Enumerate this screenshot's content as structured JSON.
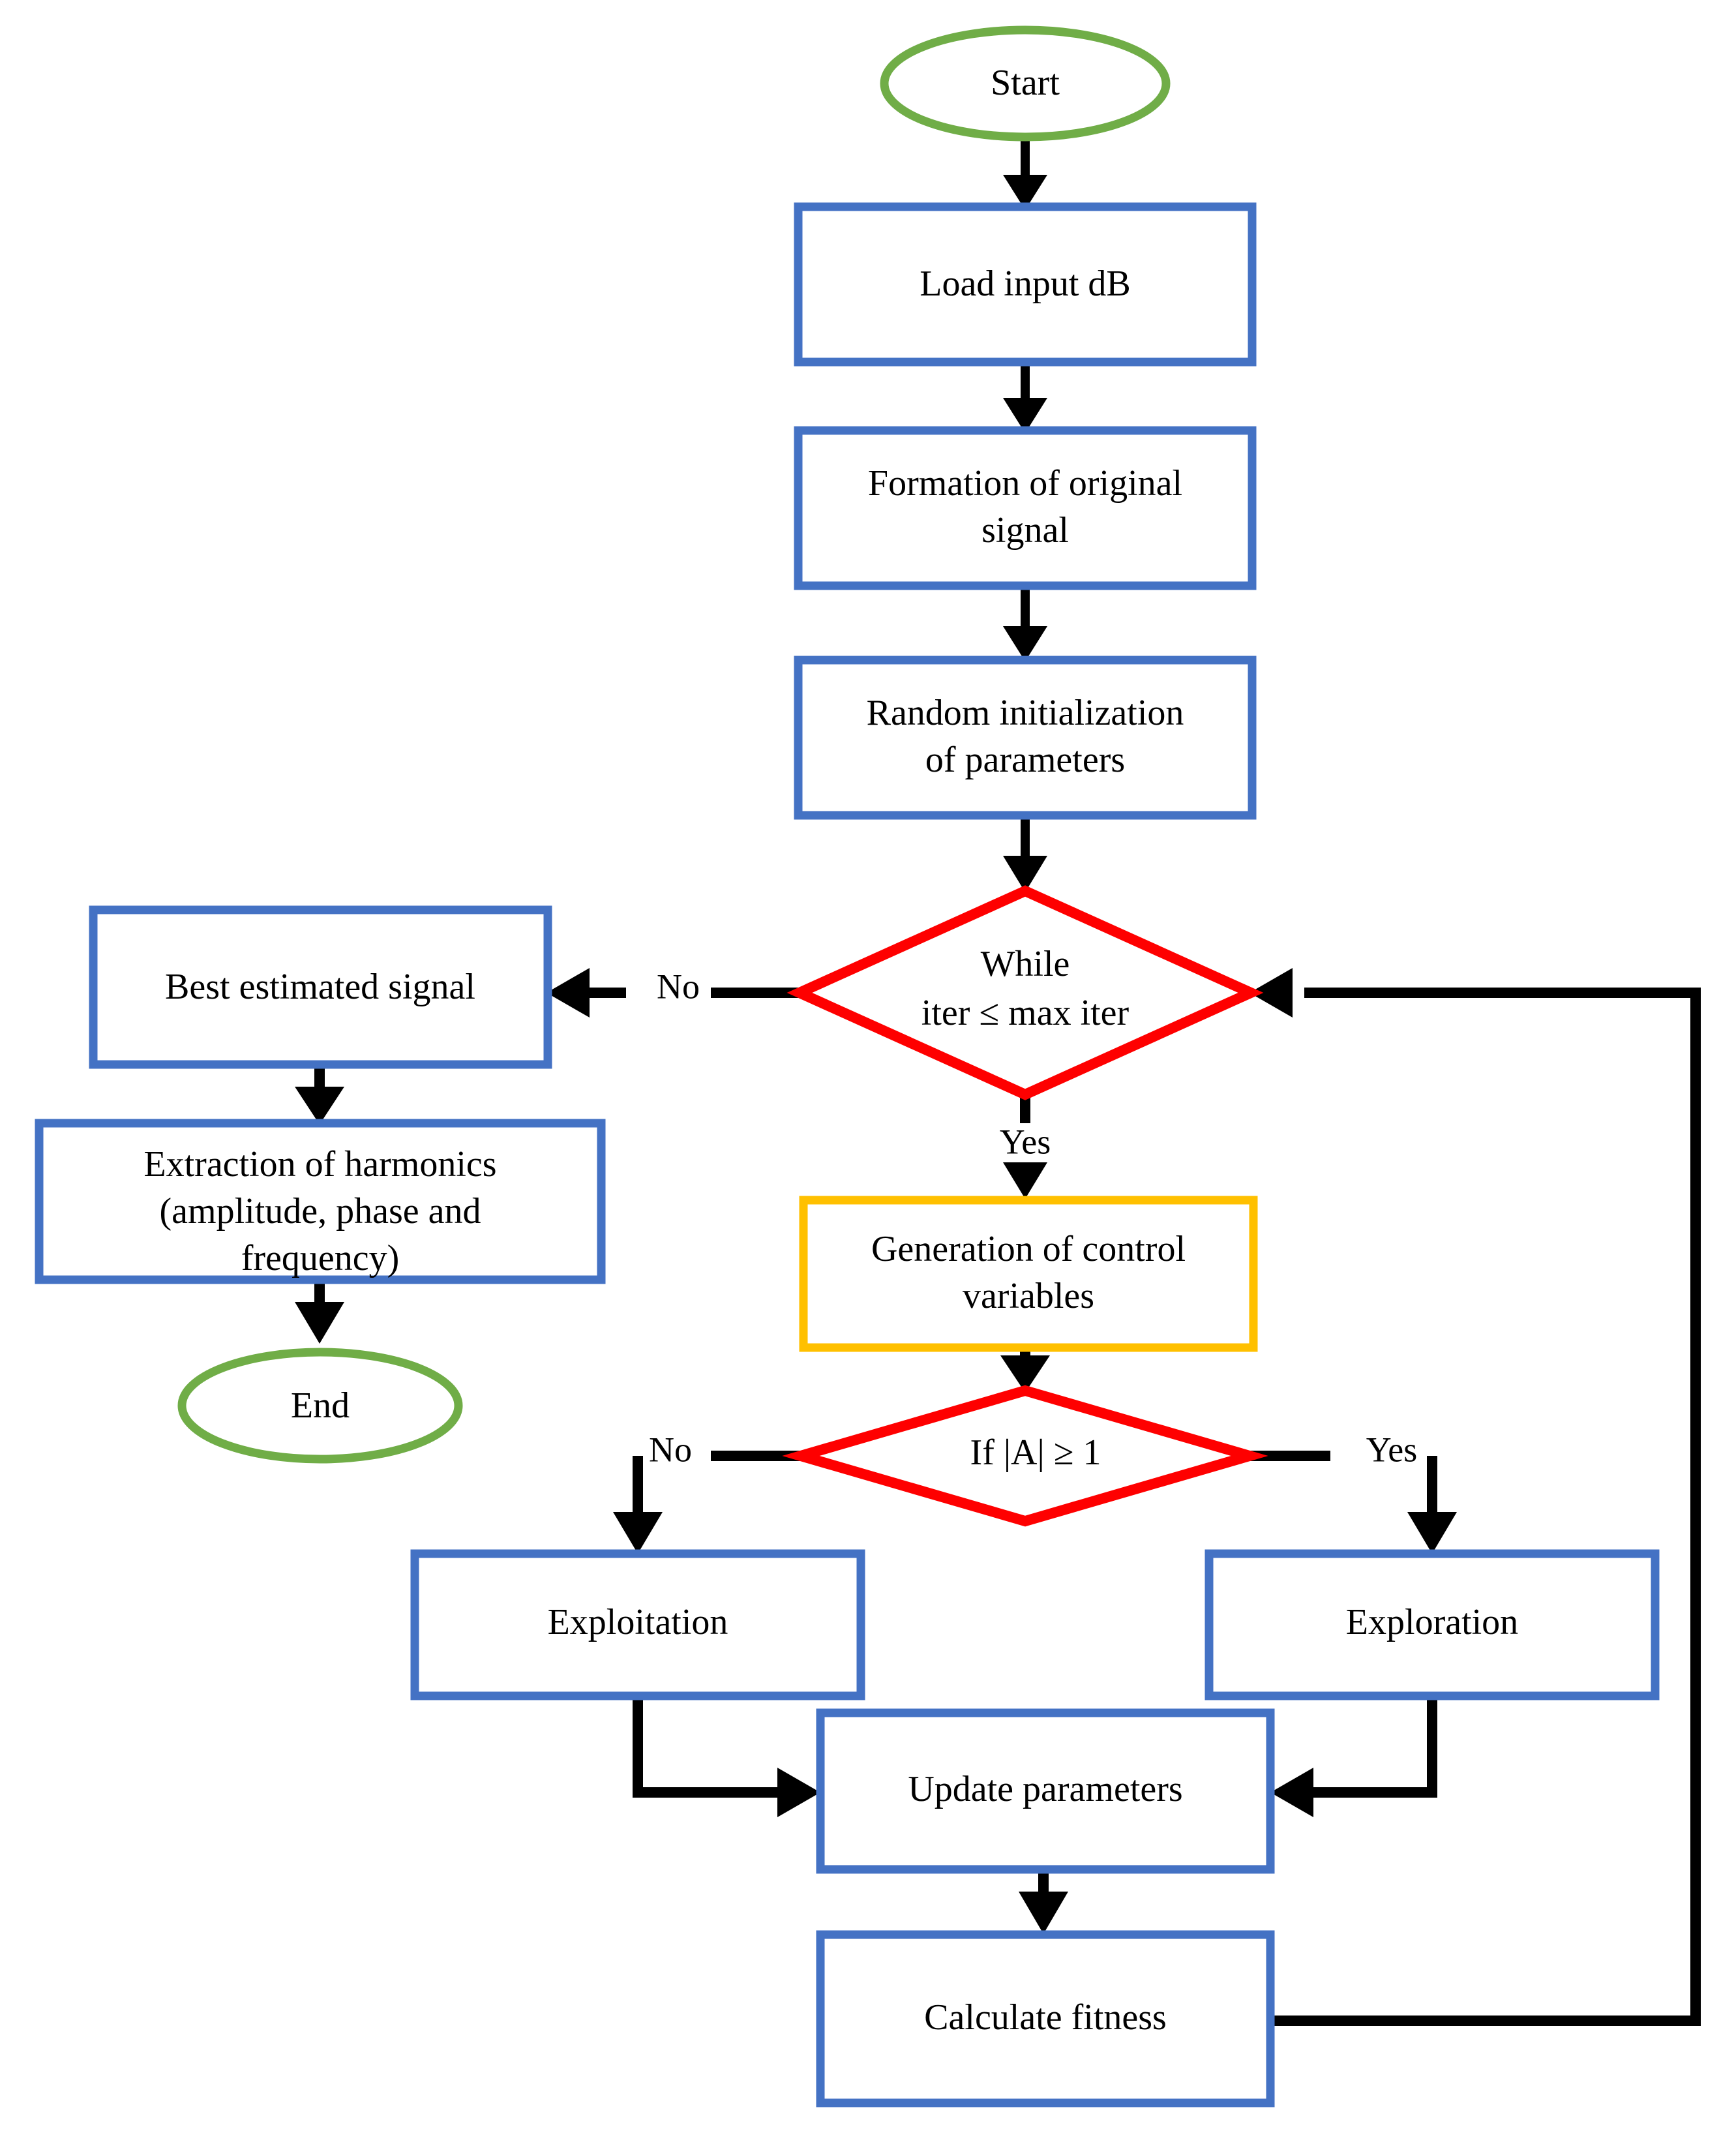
{
  "diagram": {
    "title": "Harmonic estimation optimization flowchart",
    "colors": {
      "process_border": "#4472C4",
      "terminal_border": "#70AD47",
      "decision_border": "#FE0000",
      "highlight_border": "#FFC000",
      "connector": "#000000",
      "background": "#FFFFFF",
      "text": "#000000"
    }
  },
  "nodes": {
    "start": {
      "label": "Start",
      "shape": "ellipse"
    },
    "load_input": {
      "label": "Load input dB",
      "shape": "process"
    },
    "formation": {
      "line1": "Formation of original",
      "line2": "signal",
      "shape": "process"
    },
    "random_init": {
      "line1": "Random initialization",
      "line2": "of parameters",
      "shape": "process"
    },
    "while_decision": {
      "line1": "While",
      "line2": "iter ≤ max iter",
      "shape": "decision"
    },
    "best_signal": {
      "label": "Best estimated signal",
      "shape": "process"
    },
    "extraction": {
      "line1": "Extraction of harmonics",
      "line2": "(amplitude, phase and",
      "line3": "frequency)",
      "shape": "process"
    },
    "end": {
      "label": "End",
      "shape": "ellipse"
    },
    "control_vars": {
      "line1": "Generation of control",
      "line2": "variables",
      "shape": "process-highlight"
    },
    "amplitude_decision": {
      "label": "If |A| ≥ 1",
      "shape": "decision"
    },
    "exploitation": {
      "label": "Exploitation",
      "shape": "process"
    },
    "exploration": {
      "label": "Exploration",
      "shape": "process"
    },
    "update_params": {
      "label": "Update parameters",
      "shape": "process"
    },
    "calculate_fitness": {
      "label": "Calculate fitness",
      "shape": "process"
    }
  },
  "edge_labels": {
    "while_no": "No",
    "while_yes": "Yes",
    "amplitude_no": "No",
    "amplitude_yes": "Yes"
  }
}
